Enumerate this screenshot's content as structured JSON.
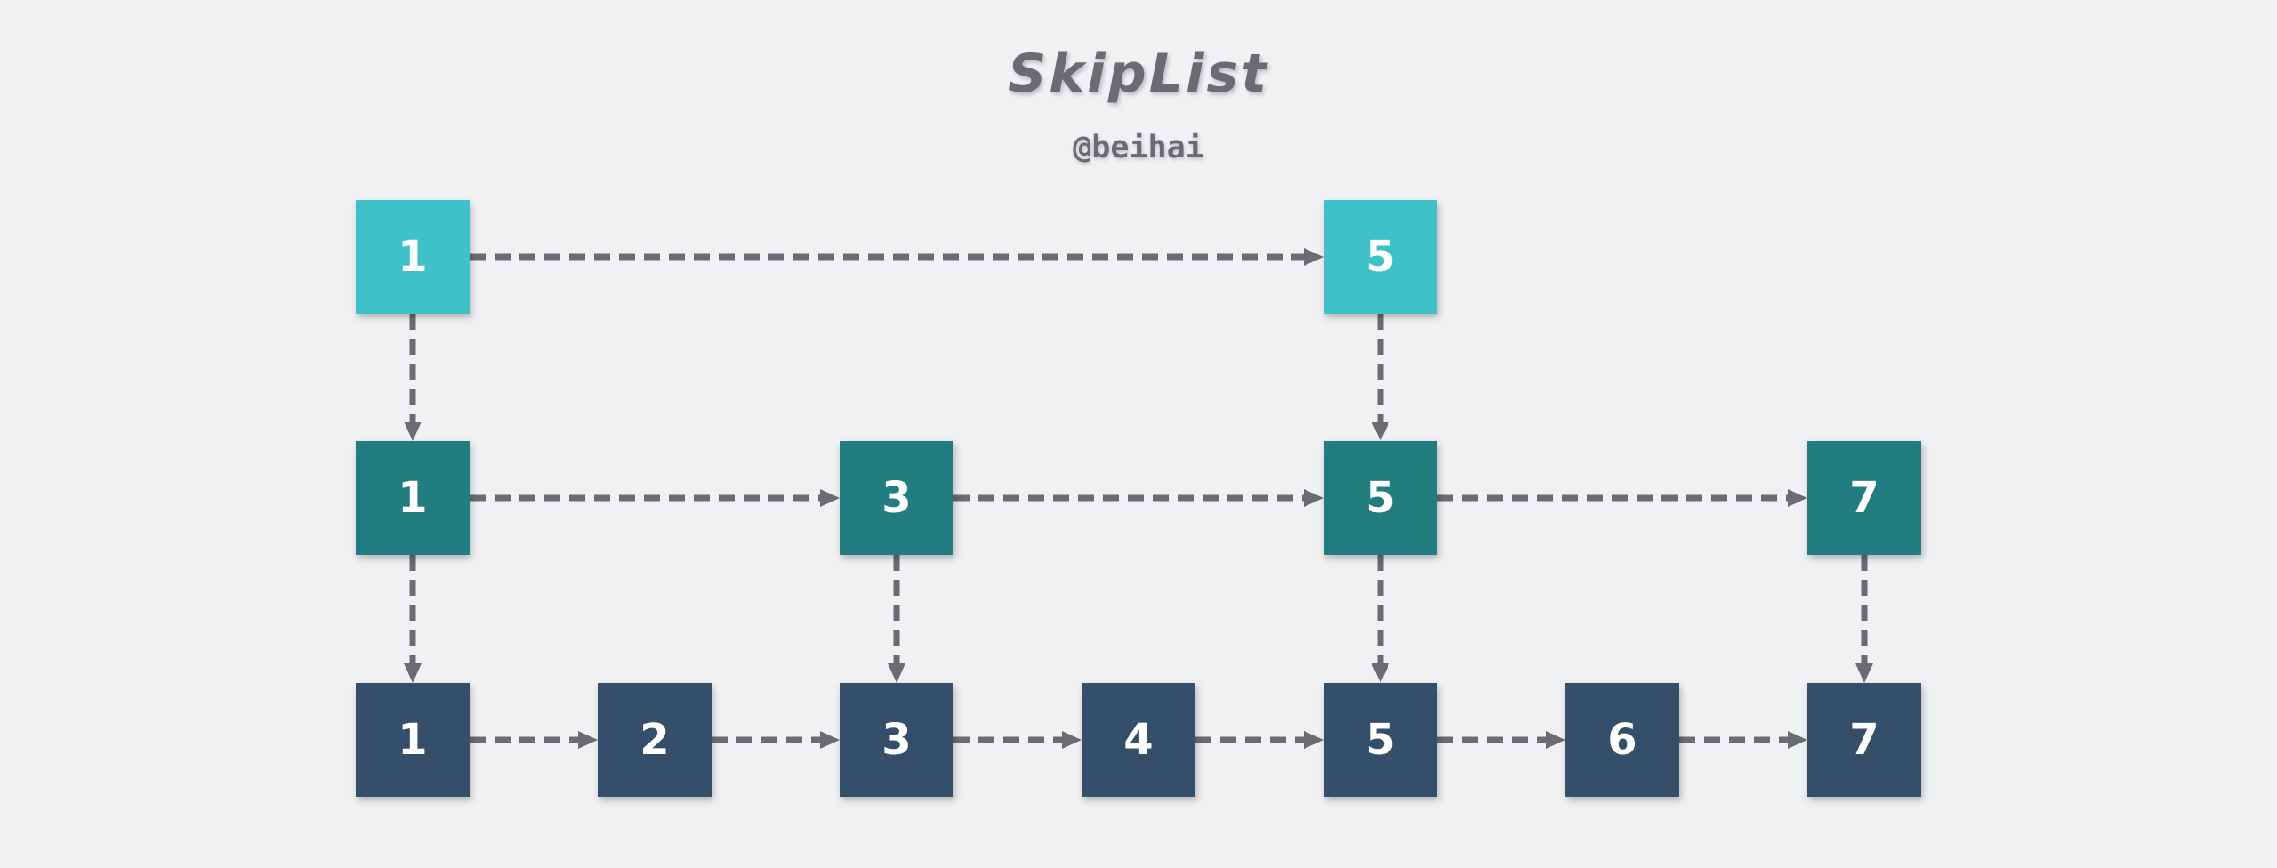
{
  "title": "SkipList",
  "subtitle": "@beihai",
  "colors": {
    "level_top": "#40c1c9",
    "level_mid": "#227d80",
    "level_base": "#344f6b",
    "arrow": "#6b6b73",
    "background": "#f0f1f3"
  },
  "levels": [
    {
      "name": "top",
      "nodes": [
        "1",
        "5"
      ]
    },
    {
      "name": "mid",
      "nodes": [
        "1",
        "3",
        "5",
        "7"
      ]
    },
    {
      "name": "base",
      "nodes": [
        "1",
        "2",
        "3",
        "4",
        "5",
        "6",
        "7"
      ]
    }
  ]
}
